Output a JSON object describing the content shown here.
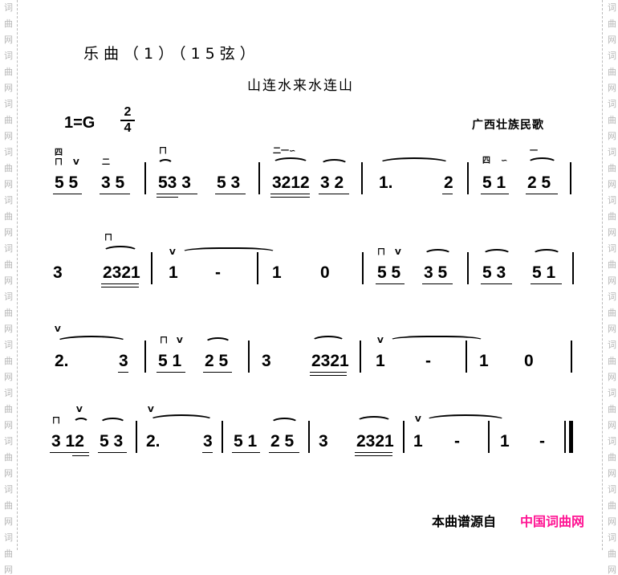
{
  "header": {
    "title": "乐曲（1）（15弦）",
    "song_title": "山连水来水连山",
    "key": "1=G",
    "time_numerator": "2",
    "time_denominator": "4",
    "origin": "广西壮族民歌"
  },
  "marks": {
    "string_four": "四",
    "down_bow": "ㄇ",
    "up_bow": "V",
    "string_two": "二",
    "string_one": "一",
    "ornament_a": "二一∽",
    "trill": "∽"
  },
  "score": {
    "rows": [
      {
        "notes": [
          "5 5",
          "3 5",
          "53 3",
          "5 3",
          "3212",
          "3 2",
          "1.",
          "2",
          "5 1",
          "2 5"
        ]
      },
      {
        "notes": [
          "3",
          "2321",
          "1",
          "-",
          "1",
          "0",
          "5 5",
          "3 5",
          "5 3",
          "5 1"
        ]
      },
      {
        "notes": [
          "2.",
          "3",
          "5 1",
          "2 5",
          "3",
          "2321",
          "1",
          "-",
          "1",
          "0"
        ]
      },
      {
        "notes": [
          "3 12",
          "5 3",
          "2.",
          "3",
          "5 1",
          "2 5",
          "3",
          "2321",
          "1",
          "-",
          "1",
          "-"
        ]
      }
    ]
  },
  "footer": {
    "source_label": "本曲谱源自",
    "source_site": "中国词曲网",
    "site_color": "#ff1493"
  },
  "watermark": {
    "chars": [
      "词",
      "曲",
      "网"
    ]
  }
}
